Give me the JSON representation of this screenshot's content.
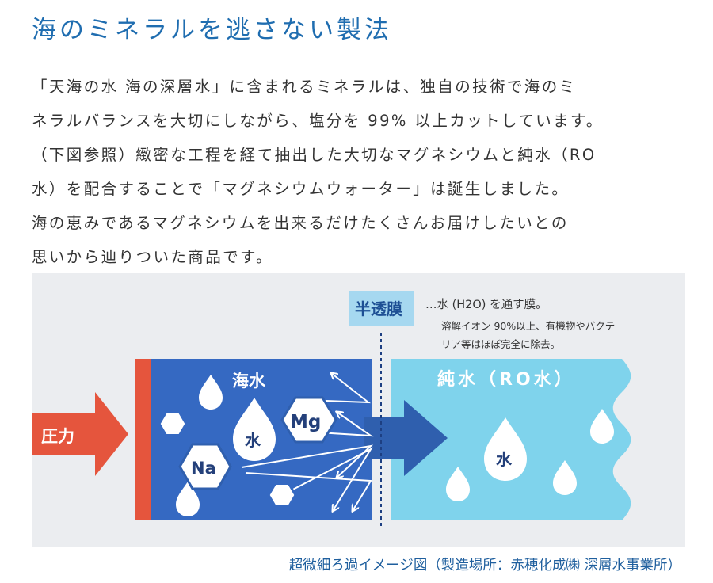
{
  "header": {
    "title": "海のミネラルを逃さない製法"
  },
  "description": {
    "lines": [
      "「天海の水 海の深層水」に含まれるミネラルは、独自の技術で海のミ",
      "ネラルバランスを大切にしながら、塩分を 99% 以上カットしています。",
      "（下図参照）緻密な工程を経て抽出した大切なマグネシウムと純水（RO",
      "水）を配合することで「マグネシウムウォーター」は誕生しました。",
      "海の恵みであるマグネシウムを出来るだけたくさんお届けしたいとの",
      "思いから辿りついた商品です。"
    ]
  },
  "diagram": {
    "membrane_label": "半透膜",
    "membrane_note_1": "…水 (H2O) を通す膜。",
    "membrane_note_2": "溶解イオン 90%以上、有機物やバクテ",
    "membrane_note_3": "リア等はほぼ完全に除去。",
    "seawater_label": "海水",
    "purewater_label": "純水（RO水）",
    "pressure_label": "圧力",
    "mg_label": "Mg",
    "na_label": "Na",
    "water_label_sea": "水",
    "water_label_pure": "水",
    "colors": {
      "seawater": "#3569c2",
      "purewater": "#7fd3ec",
      "pressure": "#e5553d",
      "membrane_label_bg": "#a6d8f0",
      "membrane_label_text": "#1d4f94",
      "arrow": "#2f5fae",
      "caption": "#1f5f9e"
    }
  },
  "caption": {
    "text": "超微細ろ過イメージ図（製造場所：赤穂化成㈱ 深層水事業所）"
  }
}
